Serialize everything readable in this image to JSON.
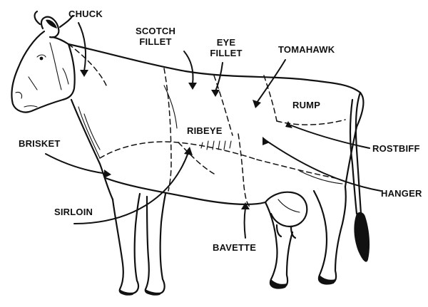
{
  "diagram": {
    "labels": {
      "chuck": "CHUCK",
      "scotch_fillet_1": "SCOTCH",
      "scotch_fillet_2": "FILLET",
      "eye_fillet_1": "EYE",
      "eye_fillet_2": "FILLET",
      "tomahawk": "TOMAHAWK",
      "rump": "RUMP",
      "ribeye": "RIBEYE",
      "brisket": "BRISKET",
      "rostbiff": "ROSTBIFF",
      "hanger": "HANGER",
      "sirloin": "SIRLOIN",
      "bavette": "BAVETTE"
    },
    "colors": {
      "ink": "#111111",
      "background": "#ffffff"
    }
  }
}
